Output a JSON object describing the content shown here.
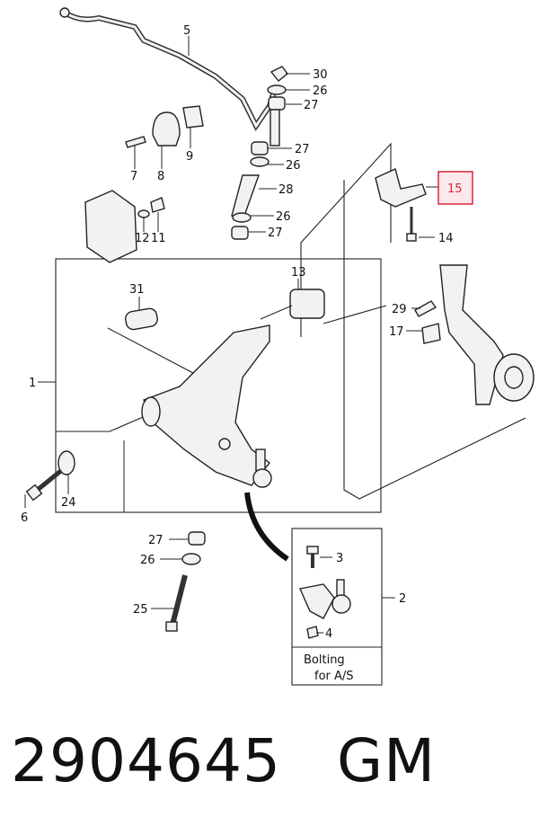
{
  "callouts": {
    "c1": "1",
    "c2": "2",
    "c3": "3",
    "c4": "4",
    "c5": "5",
    "c6": "6",
    "c7": "7",
    "c8": "8",
    "c9": "9",
    "c11": "11",
    "c12": "12",
    "c13": "13",
    "c14": "14",
    "c15": "15",
    "c17": "17",
    "c24": "24",
    "c25": "25",
    "c26a": "26",
    "c26b": "26",
    "c26c": "26",
    "c26d": "26",
    "c27a": "27",
    "c27b": "27",
    "c27c": "27",
    "c27d": "27",
    "c28": "28",
    "c29": "29",
    "c30": "30",
    "c31": "31"
  },
  "inset": {
    "line1": "Bolting",
    "line2": "for  A/S"
  },
  "footer": {
    "part_number": "2904645",
    "brand": "GM"
  },
  "colors": {
    "highlight": "#d9263b",
    "ink": "#222222"
  }
}
